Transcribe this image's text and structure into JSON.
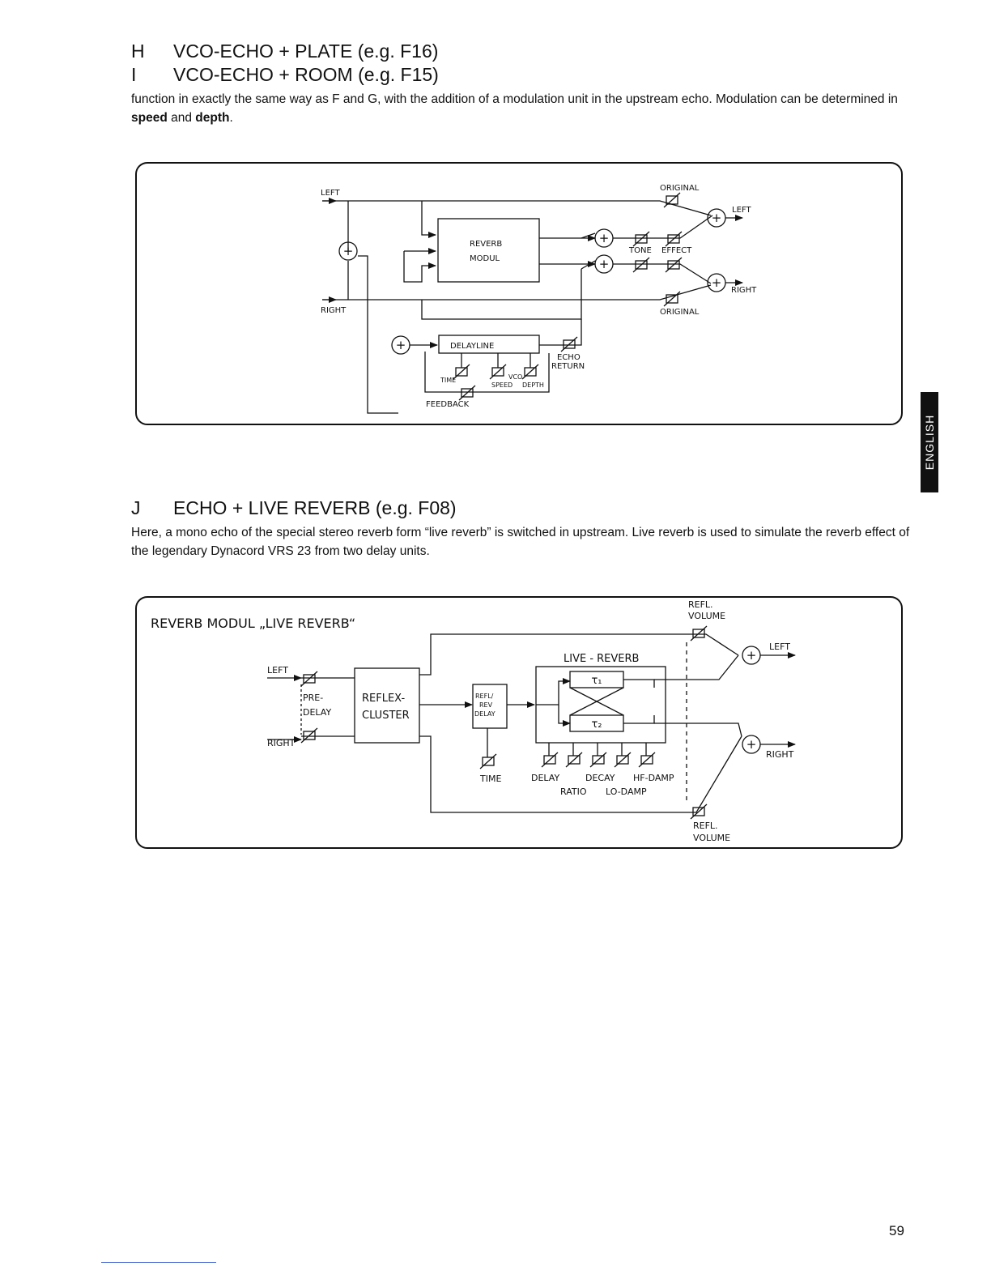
{
  "sections": {
    "h": {
      "letter": "H",
      "title": "VCO-ECHO + PLATE (e.g. F16)"
    },
    "i": {
      "letter": "I",
      "title": "VCO-ECHO + ROOM (e.g. F15)"
    },
    "hi_text": {
      "part1": "function in exactly the same way as F and G, with the addition of a modulation unit in the upstream echo. Modulation can be determined in ",
      "bold1": "speed",
      "part2": " and ",
      "bold2": "depth",
      "part3": "."
    },
    "j": {
      "letter": "J",
      "title": "ECHO + LIVE REVERB (e.g. F08)"
    },
    "j_text": "Here, a mono echo of the special stereo reverb form “live reverb” is switched in upstream. Live reverb is used to simulate the reverb effect of the legendary Dynacord VRS 23 from two delay units."
  },
  "diagram1": {
    "left": "LEFT",
    "right": "RIGHT",
    "original_top": "ORIGINAL",
    "original_bottom": "ORIGINAL",
    "out_left": "LEFT",
    "out_right": "RIGHT",
    "reverb_line1": "REVERB",
    "reverb_line2": "MODUL",
    "tone": "TONE",
    "effect": "EFFECT",
    "delayline": "DELAYLINE",
    "echo": "ECHO",
    "return": "RETURN",
    "time": "TIME",
    "vco": "VCO",
    "speed": "SPEED",
    "depth": "DEPTH",
    "feedback": "FEEDBACK",
    "plus": "+"
  },
  "diagram2": {
    "title": "REVERB MODUL „LIVE REVERB“",
    "refl_volume_top_1": "REFL.",
    "refl_volume_top_2": "VOLUME",
    "left": "LEFT",
    "right": "RIGHT",
    "pre": "PRE-",
    "delay": "DELAY",
    "reflex": "REFLEX-",
    "cluster": "CLUSTER",
    "refl_rev_delay_1": "REFL/",
    "refl_rev_delay_2": "REV",
    "refl_rev_delay_3": "DELAY",
    "live_reverb": "LIVE - REVERB",
    "tau1": "τ₁",
    "tau2": "τ₂",
    "time": "TIME",
    "delay_knob": "DELAY",
    "decay": "DECAY",
    "hf_damp": "HF-DAMP",
    "ratio": "RATIO",
    "lo_damp": "LO-DAMP",
    "out_left": "LEFT",
    "out_right": "RIGHT",
    "refl_volume_bottom_1": "REFL.",
    "refl_volume_bottom_2": "VOLUME",
    "plus": "+"
  },
  "side_tab": "ENGLISH",
  "page_number": "59"
}
